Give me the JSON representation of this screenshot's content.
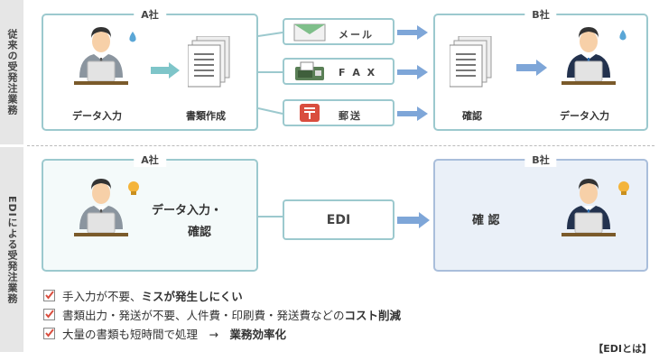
{
  "side_labels": {
    "top": "従来の受発注業務",
    "bottom": "EDIによる受発注業務"
  },
  "traditional": {
    "company_a": "A社",
    "company_b": "B社",
    "data_entry_a": "データ入力",
    "document_creation": "書類作成",
    "confirm": "確認",
    "data_entry_b": "データ入力",
    "methods": [
      "メール",
      "F A X",
      "郵送"
    ]
  },
  "edi": {
    "company_a": "A社",
    "company_b": "B社",
    "a_task_line1": "データ入力・",
    "a_task_line2": "確認",
    "channel": "EDI",
    "b_task": "確 認"
  },
  "benefits": [
    {
      "plain": "手入力が不要、",
      "bold": "ミスが発生しにくい"
    },
    {
      "plain": "書類出力・発送が不要、人件費・印刷費・発送費などの",
      "bold": "コスト削減"
    },
    {
      "plain": "大量の書類も短時間で処理　→　",
      "bold": "業務効率化"
    }
  ],
  "footer": "【EDIとは】",
  "colors": {
    "teal_border": "#9cc9ce",
    "blue_border": "#a9bedb",
    "arrow": "#7ea6d8",
    "gray_person": "#8b959f",
    "navy_person": "#23324e",
    "skin": "#f7d0a8",
    "hair": "#333333",
    "accent_red": "#d94d3e",
    "light_bulb": "#f4b43a"
  }
}
